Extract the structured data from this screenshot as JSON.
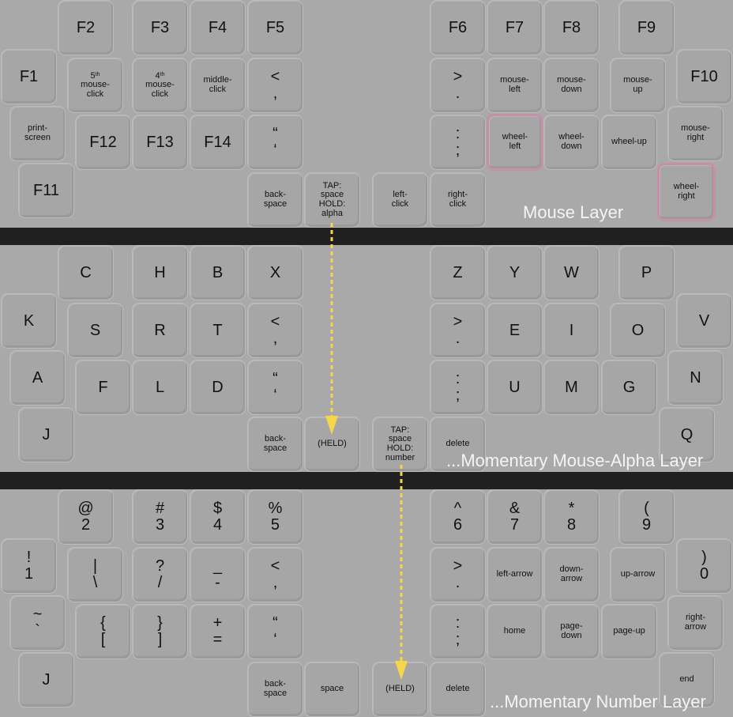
{
  "mouse_layer": {
    "title": "Mouse Layer",
    "keys": {
      "f2": "F2",
      "f3": "F3",
      "f4": "F4",
      "f5": "F5",
      "f6": "F6",
      "f7": "F7",
      "f8": "F8",
      "f9": "F9",
      "f1": "F1",
      "f10": "F10",
      "f11": "F11",
      "f12": "F12",
      "f13": "F13",
      "f14": "F14",
      "click5_num": "5",
      "click5_sup": "th",
      "click5_rest1": "mouse-",
      "click5_rest2": "click",
      "click4_num": "4",
      "click4_sup": "th",
      "click4_rest1": "mouse-",
      "click4_rest2": "click",
      "middle1": "middle-",
      "middle2": "click",
      "lt_top": "<",
      "lt_bot": ",",
      "gt_top": ">",
      "gt_bot": ".",
      "quote_top": "“",
      "quote_bot": "‘",
      "colon_top": ":",
      "colon_bot": ";",
      "mouse_left1": "mouse-",
      "mouse_left2": "left",
      "mouse_down1": "mouse-",
      "mouse_down2": "down",
      "mouse_up1": "mouse-",
      "mouse_up2": "up",
      "print1": "print-",
      "print2": "screen",
      "wheel_left1": "wheel-",
      "wheel_left2": "left",
      "wheel_down1": "wheel-",
      "wheel_down2": "down",
      "wheel_up": "wheel-up",
      "mouse_right1": "mouse-",
      "mouse_right2": "right",
      "back1": "back-",
      "back2": "space",
      "tap1": "TAP:",
      "tap2": "space",
      "tap3": "HOLD:",
      "tap4": "alpha",
      "left_click1": "left-",
      "left_click2": "click",
      "right_click1": "right-",
      "right_click2": "click",
      "wheel_right1": "wheel-",
      "wheel_right2": "right"
    }
  },
  "alpha_layer": {
    "title": "...Momentary Mouse-Alpha Layer",
    "keys": {
      "c": "C",
      "h": "H",
      "b": "B",
      "x": "X",
      "z": "Z",
      "y": "Y",
      "w": "W",
      "p": "P",
      "k": "K",
      "s": "S",
      "r": "R",
      "t": "T",
      "e": "E",
      "i": "I",
      "o": "O",
      "v": "V",
      "a": "A",
      "f": "F",
      "l": "L",
      "d": "D",
      "u": "U",
      "m": "M",
      "g": "G",
      "n": "N",
      "j": "J",
      "q": "Q",
      "lt_top": "<",
      "lt_bot": ",",
      "gt_top": ">",
      "gt_bot": ".",
      "quote_top": "“",
      "quote_bot": "‘",
      "colon_top": ":",
      "colon_bot": ";",
      "back1": "back-",
      "back2": "space",
      "held": "(HELD)",
      "tap1": "TAP:",
      "tap2": "space",
      "tap3": "HOLD:",
      "tap4": "number",
      "delete": "delete"
    }
  },
  "number_layer": {
    "title": "...Momentary Number Layer",
    "keys": {
      "at_top": "@",
      "at_bot": "2",
      "hash_top": "#",
      "hash_bot": "3",
      "dollar_top": "$",
      "dollar_bot": "4",
      "pct_top": "%",
      "pct_bot": "5",
      "caret_top": "^",
      "caret_bot": "6",
      "amp_top": "&",
      "amp_bot": "7",
      "star_top": "*",
      "star_bot": "8",
      "paren_top": "(",
      "paren_bot": "9",
      "bang_top": "!",
      "bang_bot": "1",
      "pipe_top": "|",
      "pipe_bot": "\\",
      "q_top": "?",
      "q_bot": "/",
      "us_top": "_",
      "us_bot": "-",
      "lt_top": "<",
      "lt_bot": ",",
      "gt_top": ">",
      "gt_bot": ".",
      "left_arrow": "left-arrow",
      "down_arrow1": "down-",
      "down_arrow2": "arrow",
      "up_arrow": "up-arrow",
      "rparen_top": ")",
      "rparen_bot": "0",
      "tilde_top": "~",
      "tilde_bot": "`",
      "lbrace_top": "{",
      "lbrace_bot": "[",
      "rbrace_top": "}",
      "rbrace_bot": "]",
      "plus_top": "+",
      "plus_bot": "=",
      "quote_top": "“",
      "quote_bot": "‘",
      "colon_top": ":",
      "colon_bot": ";",
      "home": "home",
      "page_down1": "page-",
      "page_down2": "down",
      "page_up": "page-up",
      "right_arrow1": "right-",
      "right_arrow2": "arrow",
      "j": "J",
      "back1": "back-",
      "back2": "space",
      "space": "space",
      "held": "(HELD)",
      "delete": "delete",
      "end": "end"
    }
  },
  "colors": {
    "background": "#a9a9a9",
    "separator": "#202020",
    "highlight": "#c98fa8",
    "arrow": "#f5d64a",
    "title_text": "#f4f4f4"
  },
  "arrow_icon": "arrow-down-icon"
}
